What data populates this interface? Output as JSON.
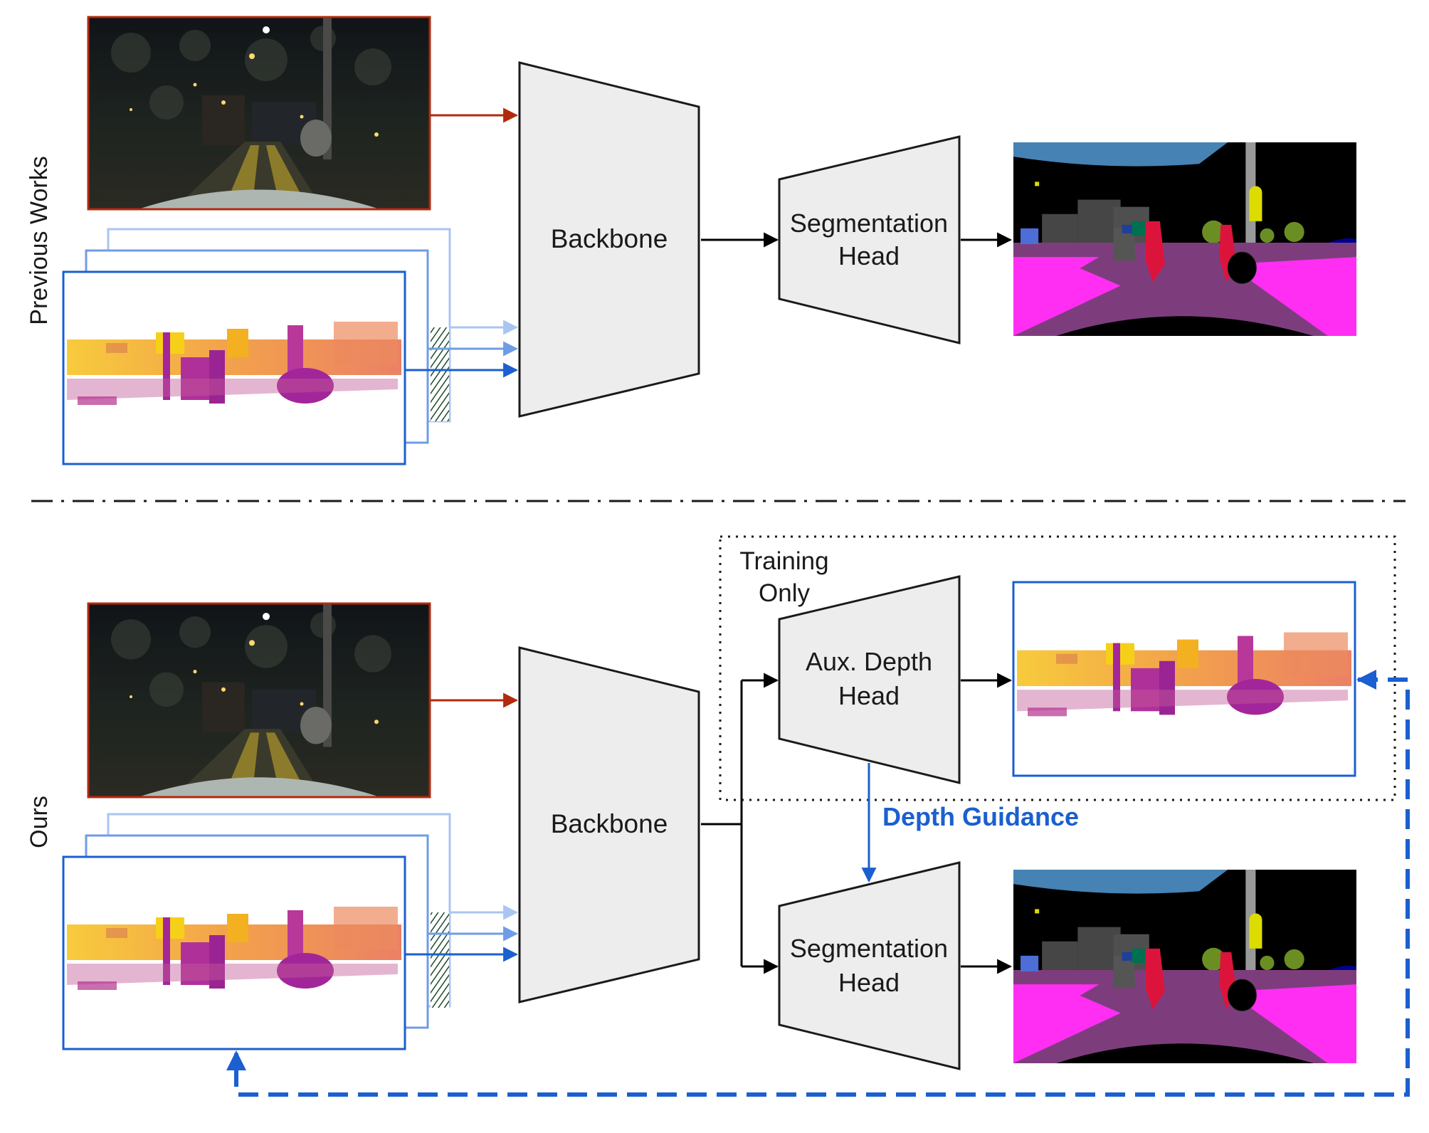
{
  "sections": {
    "top_label": "Previous Works",
    "bottom_label": "Ours"
  },
  "blocks": {
    "backbone": "Backbone",
    "seg_head_line1": "Segmentation",
    "seg_head_line2": "Head",
    "aux_head_line1": "Aux. Depth",
    "aux_head_line2": "Head"
  },
  "annotations": {
    "training_only_line1": "Training",
    "training_only_line2": "Only",
    "depth_guidance": "Depth Guidance"
  },
  "colors": {
    "rgb_arrow": "#b22a0c",
    "depth_dark": "#1b5fd0",
    "depth_mid": "#6f9ce6",
    "depth_light": "#a9c5f2",
    "block_fill": "#ededed",
    "seg_road": "#7d3d7d",
    "seg_sidewalk": "#ff2ef2",
    "seg_sky": "#4682b4",
    "seg_person": "#dc143c",
    "seg_building": "#464646",
    "seg_vegetation": "#6b8e23"
  },
  "icons": {
    "camera_image": "night-rgb-image-icon",
    "depth_map": "depth-point-cloud-icon",
    "segmentation_map": "segmentation-map-icon"
  }
}
